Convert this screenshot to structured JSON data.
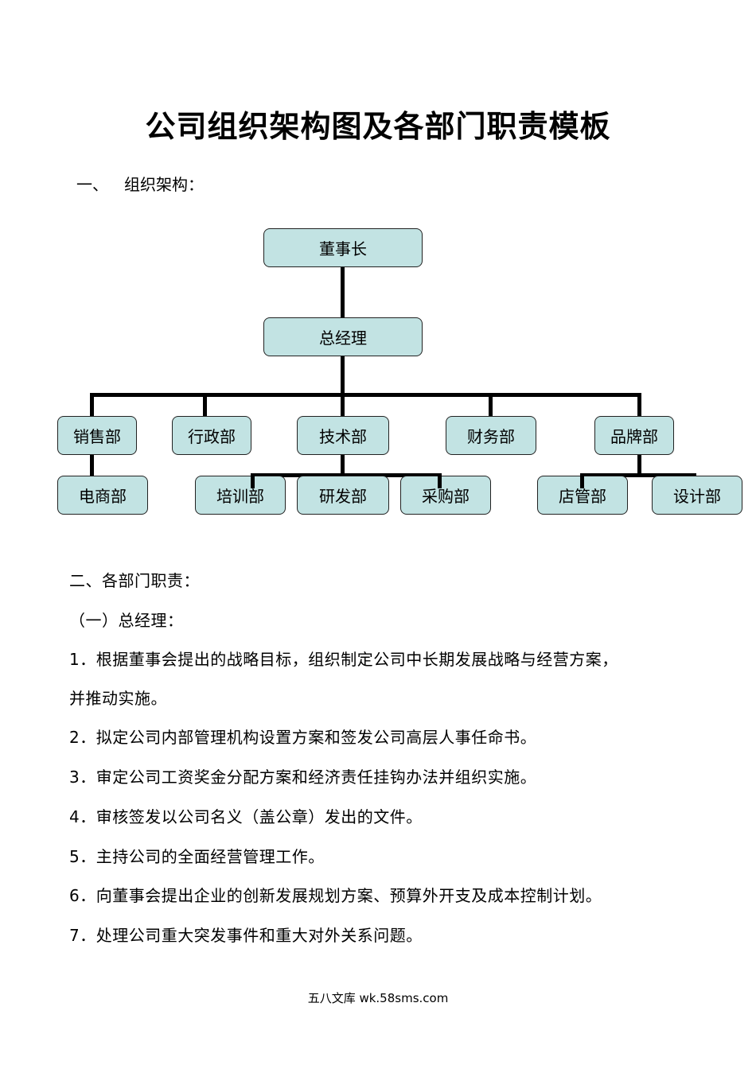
{
  "title": "公司组织架构图及各部门职责模板",
  "section1": {
    "number": "一、",
    "label": "组织架构："
  },
  "org": {
    "chairman": "董事长",
    "gm": "总经理",
    "sales": "销售部",
    "admin": "行政部",
    "tech": "技术部",
    "finance": "财务部",
    "brand": "品牌部",
    "ecommerce": "电商部",
    "training": "培训部",
    "rnd": "研发部",
    "purchasing": "采购部",
    "store": "店管部",
    "design": "设计部"
  },
  "section2": "二、各部门职责：",
  "subsection1": "（一）总经理：",
  "items": [
    "1．根据董事会提出的战略目标，组织制定公司中长期发展战略与经营方案，",
    "并推动实施。",
    "2．拟定公司内部管理机构设置方案和签发公司高层人事任命书。",
    "3．审定公司工资奖金分配方案和经济责任挂钩办法并组织实施。",
    "4．审核签发以公司名义（盖公章）发出的文件。",
    "5．主持公司的全面经营管理工作。",
    "6．向董事会提出企业的创新发展规划方案、预算外开支及成本控制计划。",
    "7．处理公司重大突发事件和重大对外关系问题。"
  ],
  "footer": "五八文库 wk.58sms.com"
}
